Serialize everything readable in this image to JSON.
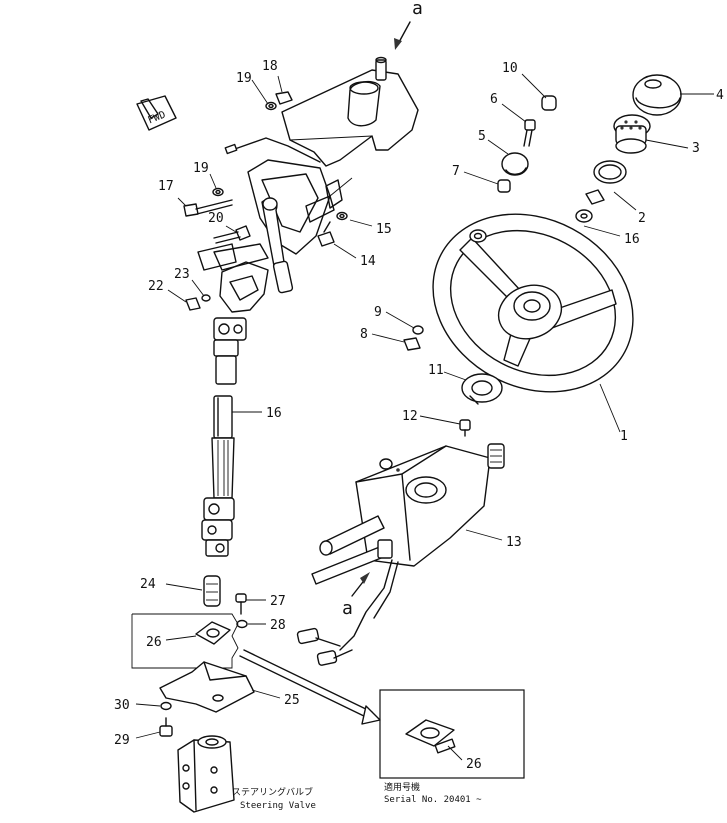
{
  "arrow_label_top": "a",
  "arrow_label_bottom": "a",
  "fwd_badge": "FWD",
  "callouts": {
    "c1": "1",
    "c2": "2",
    "c3": "3",
    "c4": "4",
    "c5": "5",
    "c6": "6",
    "c7": "7",
    "c8": "8",
    "c9": "9",
    "c10": "10",
    "c11": "11",
    "c12": "12",
    "c13": "13",
    "c14": "14",
    "c15": "15",
    "c16a": "16",
    "c16b": "16",
    "c17": "17",
    "c18": "18",
    "c19a": "19",
    "c19b": "19",
    "c20": "20",
    "c21": "23",
    "c22": "22",
    "c24": "24",
    "c25": "25",
    "c26a": "26",
    "c26b": "26",
    "c27": "27",
    "c28": "28",
    "c29": "29",
    "c30": "30"
  },
  "steering_valve": {
    "label_jp": "ステアリングバルブ",
    "label_en": "Steering Valve"
  },
  "inset": {
    "label_jp": "適用号機",
    "serial": "Serial No. 20401 ~"
  }
}
